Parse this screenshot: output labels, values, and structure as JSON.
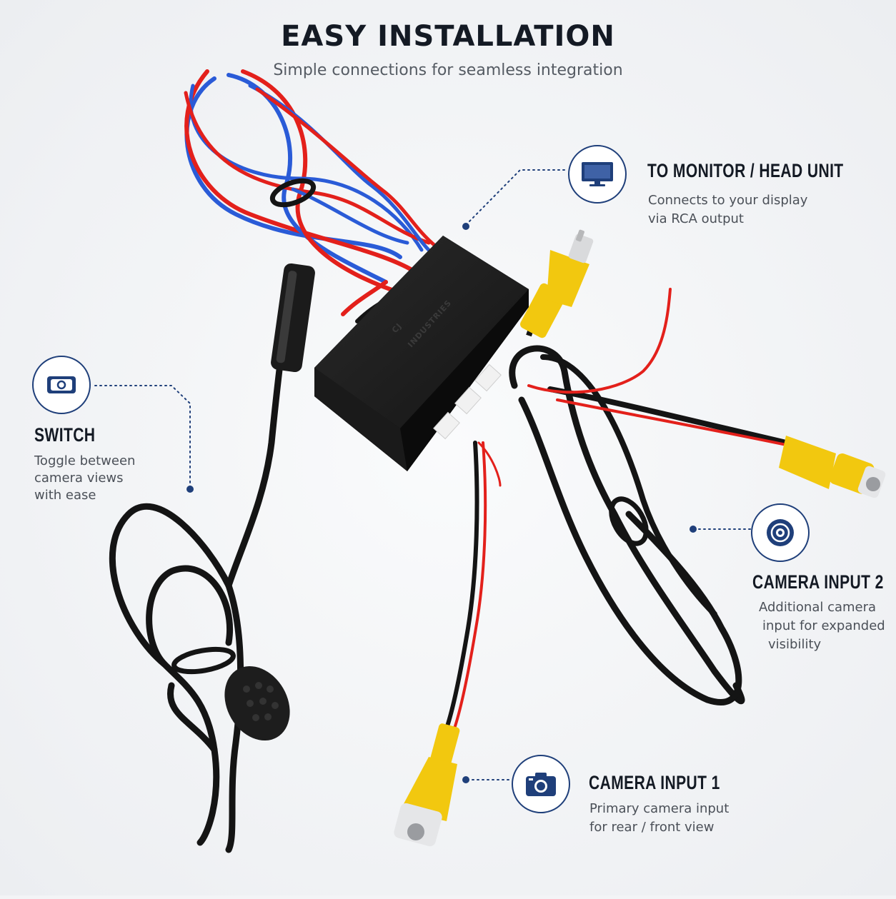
{
  "header": {
    "title": "EASY INSTALLATION",
    "subtitle": "Simple connections for seamless integration"
  },
  "product": {
    "brand_logo": "CJ INDUSTRIES"
  },
  "callouts": {
    "monitor": {
      "heading": "TO MONITOR / HEAD UNIT",
      "lines": [
        "Connects to your display",
        "via RCA output"
      ],
      "icon": "monitor-icon"
    },
    "switch": {
      "heading": "SWITCH",
      "lines": [
        "Toggle between",
        "camera views",
        "with ease"
      ],
      "icon": "toggle-switch-icon"
    },
    "camera2": {
      "heading": "CAMERA INPUT 2",
      "lines": [
        "Additional camera",
        "input for expanded",
        "visibility"
      ],
      "icon": "lens-icon"
    },
    "camera1": {
      "heading": "CAMERA INPUT 1",
      "lines": [
        "Primary camera input",
        "for rear / front view"
      ],
      "icon": "camera-icon"
    }
  },
  "colors": {
    "accent": "#1f3f7a",
    "wire_red": "#e3201b",
    "wire_blue": "#2a5bd7",
    "connector_yellow": "#f2c80f",
    "cable_black": "#141414"
  }
}
